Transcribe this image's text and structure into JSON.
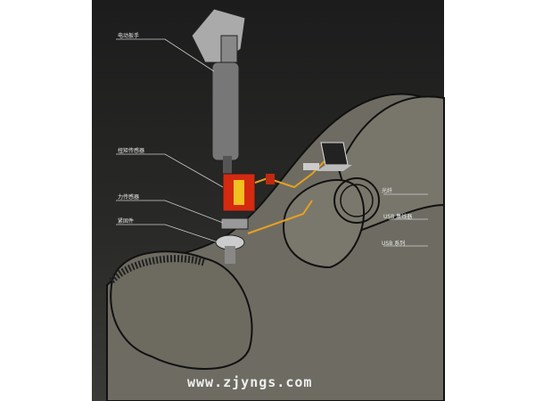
{
  "labels": {
    "wrench": "电动扳手",
    "torque_sensor": "扭矩传感器",
    "force_sensor": "力传感器",
    "fastener": "紧固件",
    "fiber": "光纤",
    "usb_hub": "USB 集线器",
    "usb_series": "USB 系列"
  },
  "watermark": "www.zjyngs.com",
  "colors": {
    "panel": "#232321",
    "figure": "#77756a",
    "sensor": "#d42a10",
    "cable": "#e8a020"
  }
}
